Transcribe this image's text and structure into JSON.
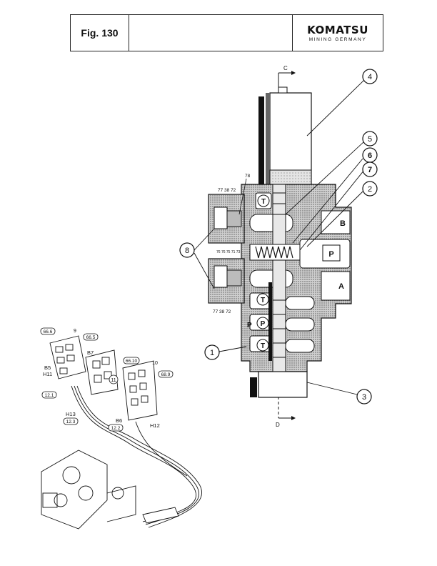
{
  "header": {
    "figure_label": "Fig. 130",
    "brand": "KOMATSU",
    "brand_sub": "MINING GERMANY"
  },
  "callouts": {
    "c1": "1",
    "c2": "2",
    "c3": "3",
    "c4": "4",
    "c5": "5",
    "c6": "6",
    "c7": "7",
    "c8": "8"
  },
  "valve_labels": {
    "section_c": "C",
    "section_d": "D",
    "port_t_top": "T",
    "port_b": "B",
    "port_p_right": "P",
    "port_a": "A",
    "port_t_mid": "T",
    "port_p_mid": "P",
    "port_t_low": "T",
    "port_p_body": "P",
    "upper_cluster": "77 38 72",
    "lower_cluster": "77 38 72",
    "mid_cluster": "76 76 75  71 73",
    "part_78": "78"
  },
  "schematic_labels": {
    "tag_66_6": "66.6",
    "tag_66_5": "66.5",
    "tag_66_10": "66.10",
    "tag_68_9": "68.9",
    "tag_12_1": "12.1",
    "tag_12_3": "12.3",
    "tag_12_2": "12.2",
    "label_9": "9",
    "label_10": "10",
    "label_11": "11",
    "label_b5": "B5",
    "label_h11": "H11",
    "label_b7": "B7",
    "label_b6": "B6",
    "label_h13": "H13",
    "label_h12": "H12"
  }
}
